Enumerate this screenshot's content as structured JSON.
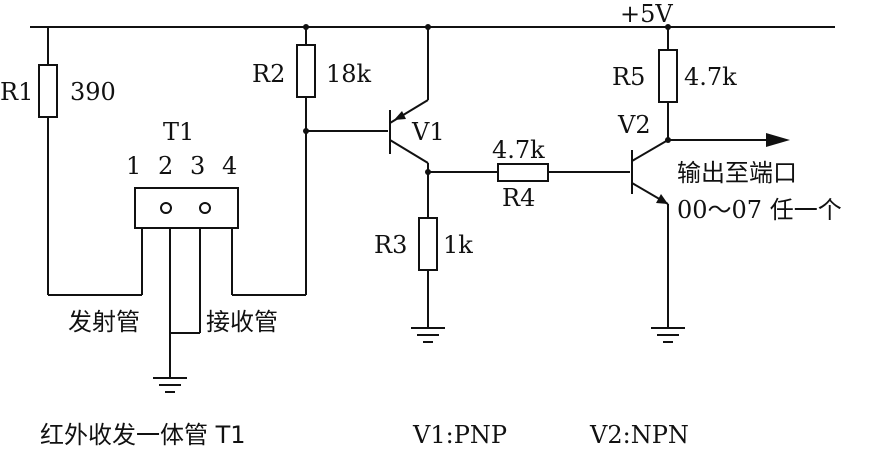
{
  "supply": {
    "label": "+5V"
  },
  "resistors": {
    "r1": {
      "name": "R1",
      "value": "390"
    },
    "r2": {
      "name": "R2",
      "value": "18k"
    },
    "r3": {
      "name": "R3",
      "value": "1k"
    },
    "r4": {
      "name": "R4",
      "value": "4.7k"
    },
    "r5": {
      "name": "R5",
      "value": "4.7k"
    }
  },
  "transistors": {
    "v1": {
      "name": "V1"
    },
    "v2": {
      "name": "V2"
    }
  },
  "sensor": {
    "name": "T1",
    "pins": [
      "1",
      "2",
      "3",
      "4"
    ],
    "emitter_label": "发射管",
    "receiver_label": "接收管"
  },
  "output": {
    "line1": "输出至端口",
    "line2": "00～07 任一个"
  },
  "legend": {
    "t1_note": "红外收发一体管 T1",
    "v1_type": "V1:PNP",
    "v2_type": "V2:NPN"
  }
}
